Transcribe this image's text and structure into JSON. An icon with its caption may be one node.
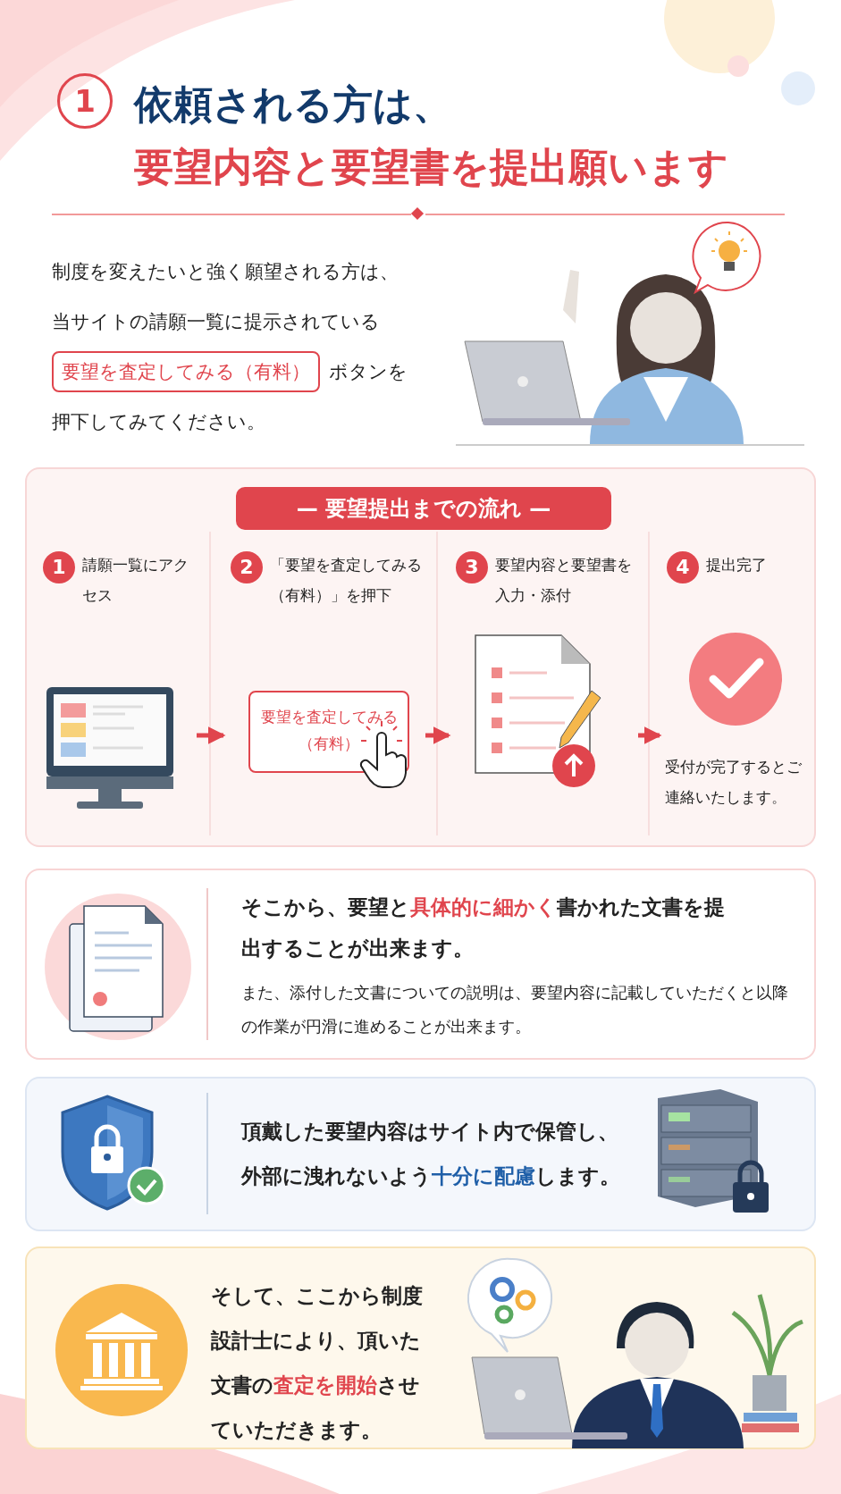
{
  "diagram": {
    "title": "依頼される方は、要望内容と要望書を提出願います",
    "nodes": [
      {
        "text": [
          "要望を査定してみる（有料）"
        ]
      },
      {
        "text": [
          "— 要望提出までの流れ —"
        ]
      },
      {
        "text": [
          "1",
          "請願一覧にアクセス"
        ],
        "in": 1
      },
      {
        "text": [
          "2",
          "「要望を査定してみる（有料）」を押下"
        ],
        "in": 1
      },
      {
        "text": [
          "要望を査定してみる（有料）"
        ],
        "in": 3
      },
      {
        "text": [
          "3",
          "要望内容と要望書を入力・添付"
        ],
        "in": 1
      },
      {
        "text": [
          "4",
          "提出完了",
          "受付が完了するとご連絡いたします。"
        ],
        "in": 1
      },
      {
        "text": [
          "そこから、要望と**具体的に細かく**書かれた文書を提出することが出来ます。",
          "また、添付した文書についての説明は、要望内容に記載していただくと以降の作業が円滑に進めることが出来ます。"
        ]
      },
      {
        "text": [
          "頂戴した要望内容はサイト内で保管し、外部に洩れないよう**十分に配慮**します。"
        ]
      },
      {
        "text": [
          "そして、ここから制度設計士により、頂いた文書の**査定を開始**させていただきます。"
        ]
      }
    ],
    "edges": [
      {
        "from": 2,
        "to": 3,
        "arrow": "to"
      },
      {
        "from": 3,
        "to": 5,
        "arrow": "to"
      },
      {
        "from": 5,
        "to": 6,
        "arrow": "to"
      }
    ],
    "labels": [
      "1",
      "制度を変えたいと強く願望される方は、当サイトの請願一覧に提示されている",
      "ボタンを押下してみてください。"
    ]
  }
}
